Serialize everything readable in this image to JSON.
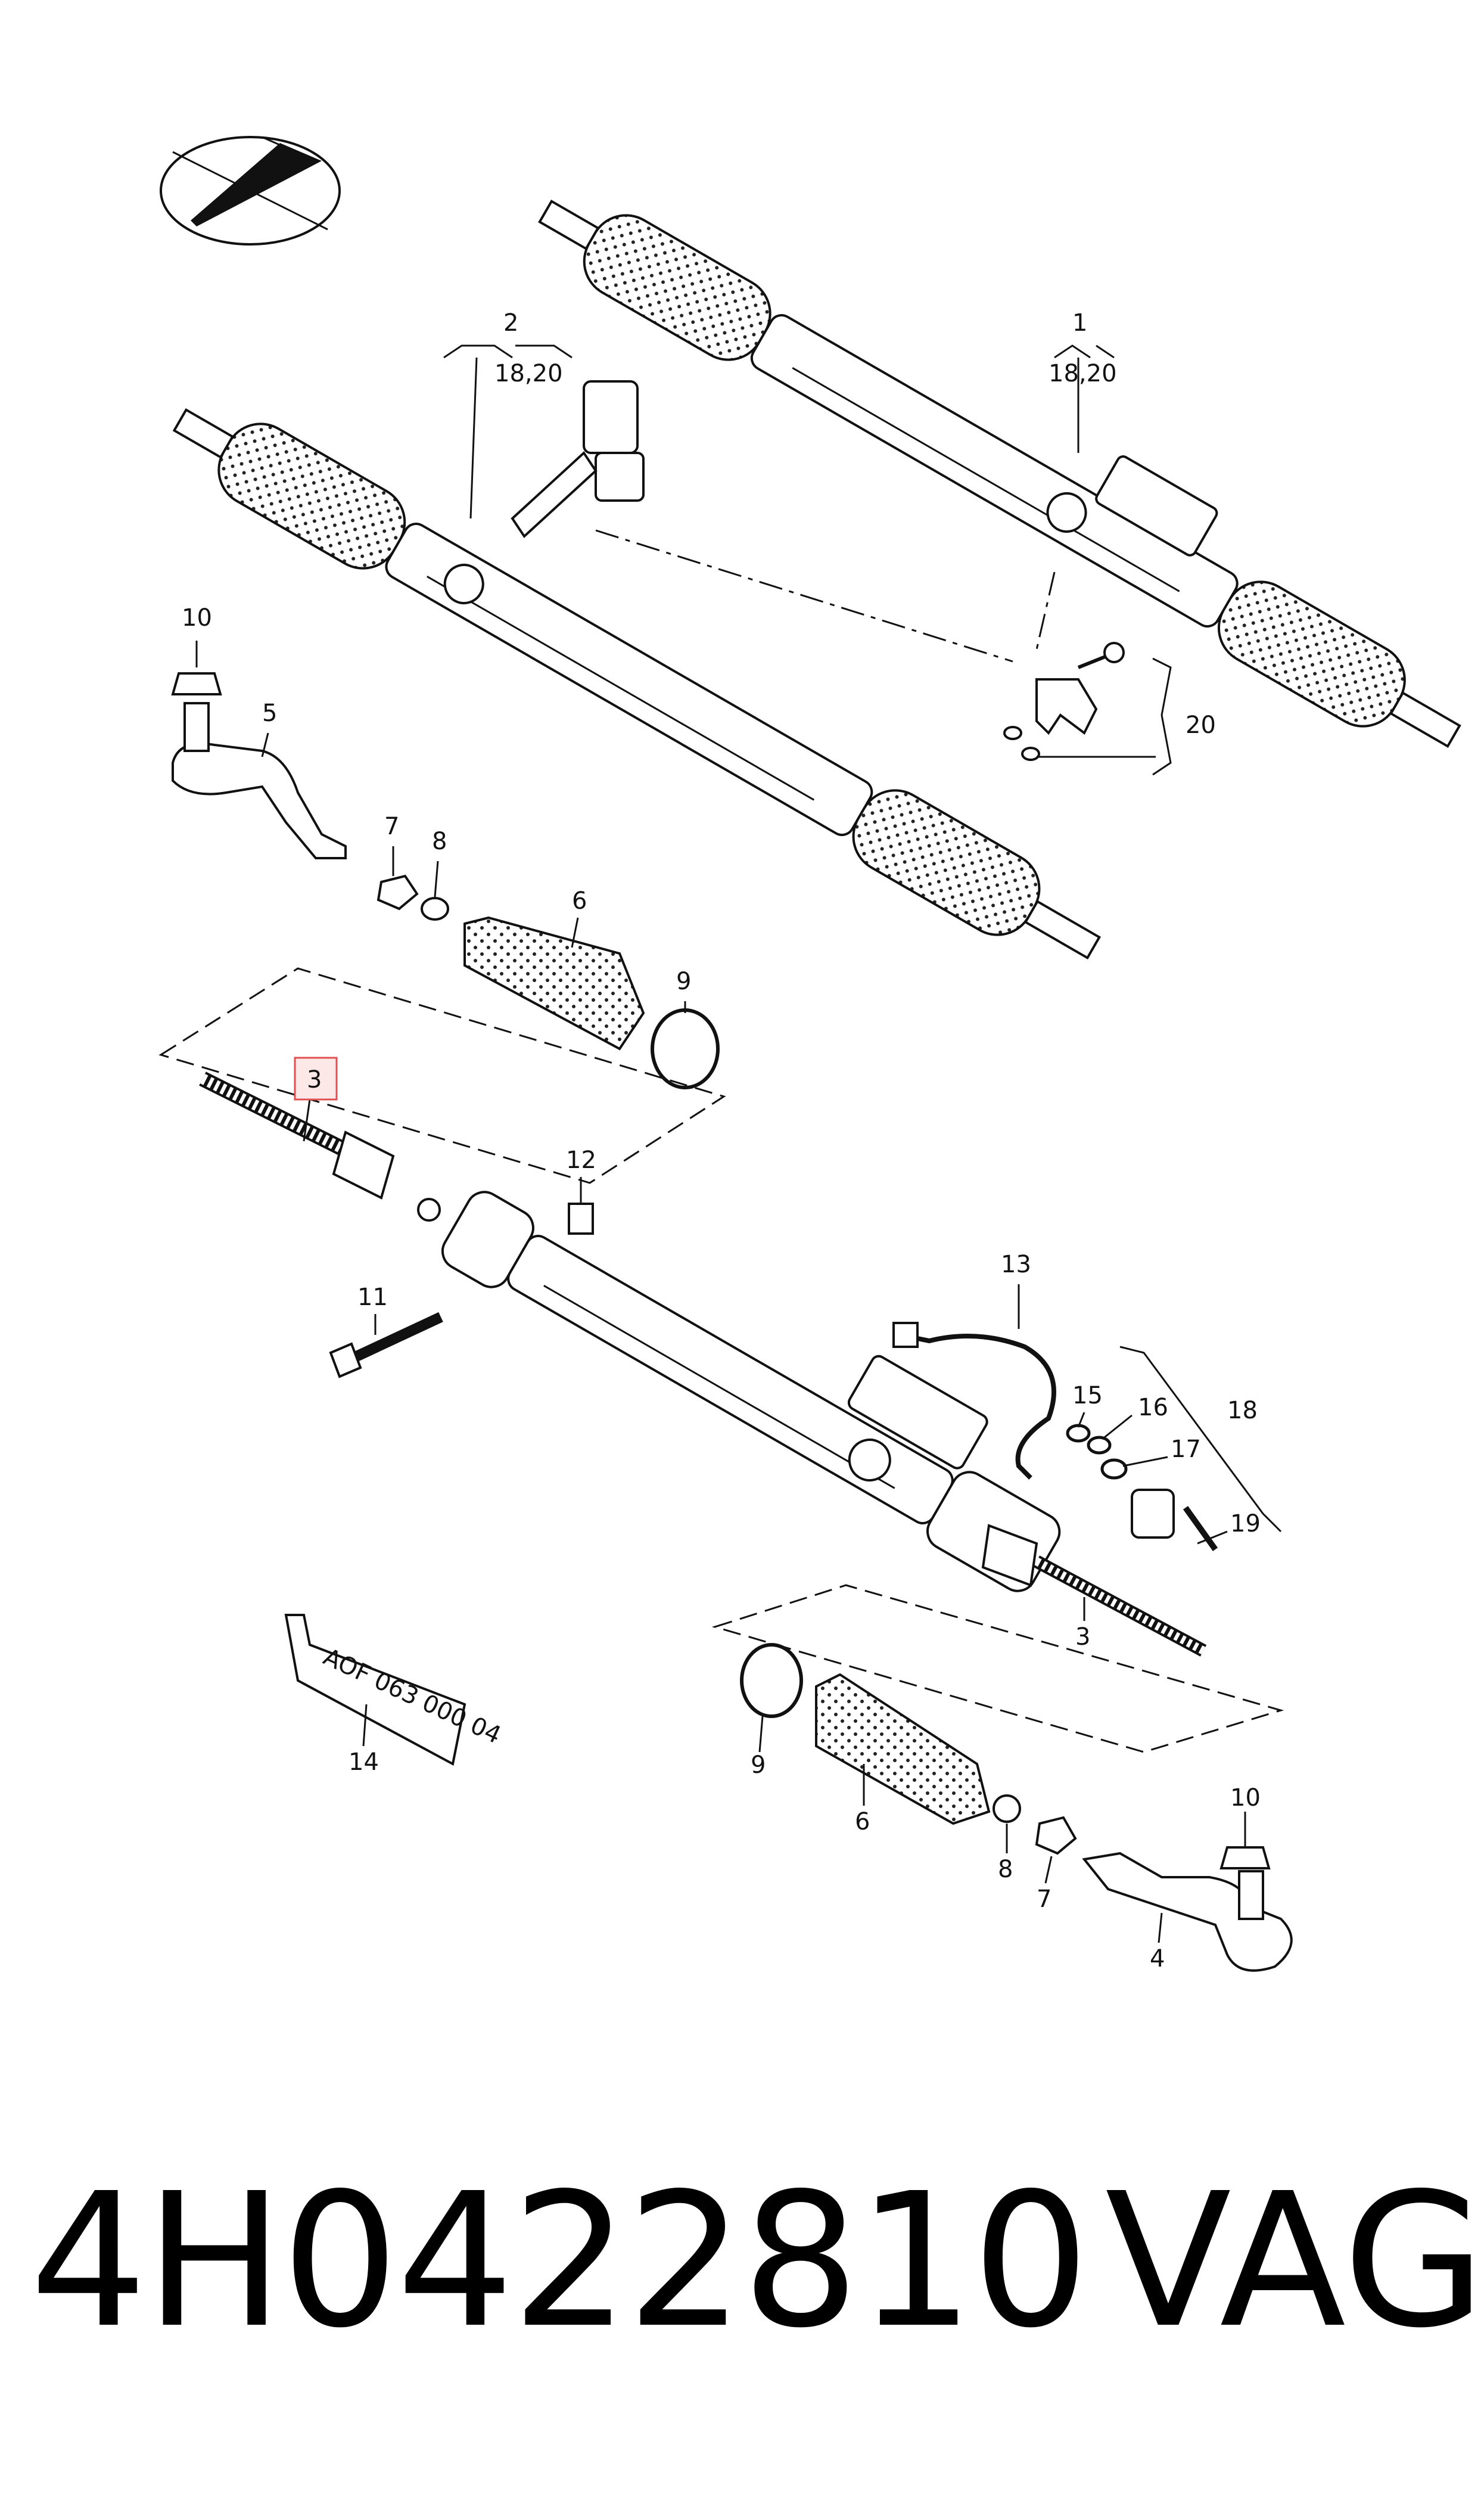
{
  "callouts": {
    "c1": "1",
    "c1_sub": "18,20",
    "c2": "2",
    "c2_sub": "18,20",
    "c3_top": "3",
    "c3_bottom": "3",
    "c4": "4",
    "c5": "5",
    "c6_top": "6",
    "c6_bottom": "6",
    "c7_top": "7",
    "c7_bottom": "7",
    "c8_top": "8",
    "c8_bottom": "8",
    "c9_top": "9",
    "c9_bottom": "9",
    "c10_top": "10",
    "c10_bottom": "10",
    "c11": "11",
    "c12": "12",
    "c13": "13",
    "c14": "14",
    "c15": "15",
    "c16": "16",
    "c17": "17",
    "c18": "18",
    "c19": "19",
    "c20": "20"
  },
  "tube_text": "AOF 063 000 04",
  "highlight_color": "#e05050",
  "footer": {
    "part_number": "4H0422810",
    "brand": "VAG"
  }
}
